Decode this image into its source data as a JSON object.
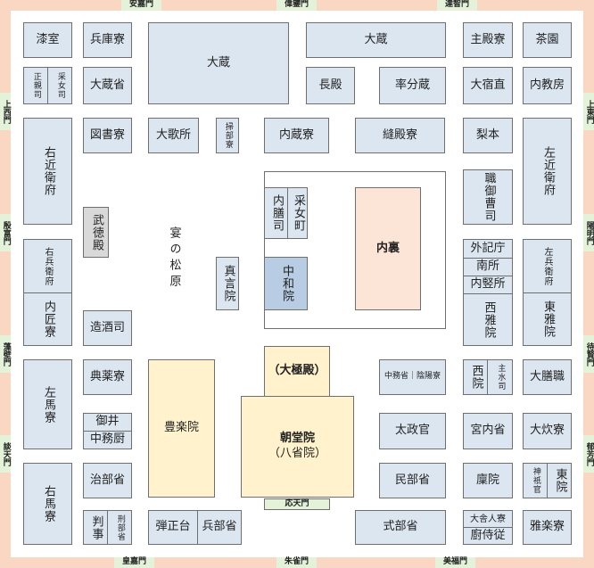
{
  "gates": {
    "top": [
      "安嘉門",
      "偉鑒門",
      "達智門"
    ],
    "bottom": [
      "皇嘉門",
      "朱雀門",
      "美福門"
    ],
    "left": [
      "上西門",
      "殷富門",
      "藻壁門",
      "談天門"
    ],
    "right": [
      "上東門",
      "陽明門",
      "待賢門",
      "郁芳門"
    ]
  },
  "buildings": {
    "shitsu": "漆室",
    "hyogo": "兵庫寮",
    "okura_hall": "大蔵",
    "okura2": "大蔵",
    "shuden": "主殿寮",
    "chaen": "茶園",
    "seishin": "正親司",
    "uneme_tsukasa": "采女司",
    "okurasho": "大蔵省",
    "chodono": "長殿",
    "ritsubun": "率分蔵",
    "ootoneri": "大宿直",
    "naikyobo": "内教房",
    "ukonoe": "右近衛府",
    "zusho": "図書寮",
    "outadokoro": "大歌所",
    "kamonbu": "掃部寮",
    "kura_ryo": "内蔵寮",
    "nuidono": "縫殿寮",
    "nashimoto": "梨本",
    "sakonoe": "左近衛府",
    "shikigo": "職御曹司",
    "butokuden": "武徳殿",
    "utage": "宴の松原",
    "naizen": "内膳司",
    "uneme_machi": "采女町",
    "shingon": "真言院",
    "chuwa": "中和院",
    "dairi": "内裏",
    "gekicho": "外記庁",
    "minami": "南所",
    "naiju": "内竪所",
    "uhyoe": "右兵衛府",
    "sahyoe": "左兵衛府",
    "uchi_takumi": "内匠寮",
    "nishi_ga": "西雅院",
    "higashi_ga": "東雅院",
    "zoshu": "造酒司",
    "daigokuden": "（大極殿）",
    "nakatsukasa_onmyo": "中務省｜陰陽寮",
    "nishi_in": "西院",
    "shusui": "主水司",
    "daizen": "大膳職",
    "sama": "左馬寮",
    "tenyaku": "典薬寮",
    "buraku": "豊楽院",
    "chodoin_title": "朝堂院",
    "chodoin_sub": "（八省院）",
    "daijokan": "太政官",
    "kunaisho": "宮内省",
    "daisui": "大炊寮",
    "mii": "御井",
    "nakatsukasa_kuriya": "中務厨",
    "jibusho": "治部省",
    "minbusho": "民部省",
    "kuriya_in": "廩院",
    "shingi": "神祇官",
    "higashi_in": "東院",
    "uma": "右馬寮",
    "hanji": "判事",
    "gyobu": "刑部省",
    "danjo": "弾正台",
    "hyobu": "兵部省",
    "shikibu": "式部省",
    "ootoneri_ryo": "大舎人寮",
    "toneri": "廚侍従",
    "gagaku": "雅楽寮",
    "otenmon": "応天門"
  },
  "colors": {
    "wall": "#f9d7c2",
    "gate": "#e3f2d8",
    "office": "#dce6f1",
    "gray": "#d9d9d9",
    "blue": "#b8cce4",
    "cream": "#fff2cc",
    "pink": "#fce4d6"
  }
}
